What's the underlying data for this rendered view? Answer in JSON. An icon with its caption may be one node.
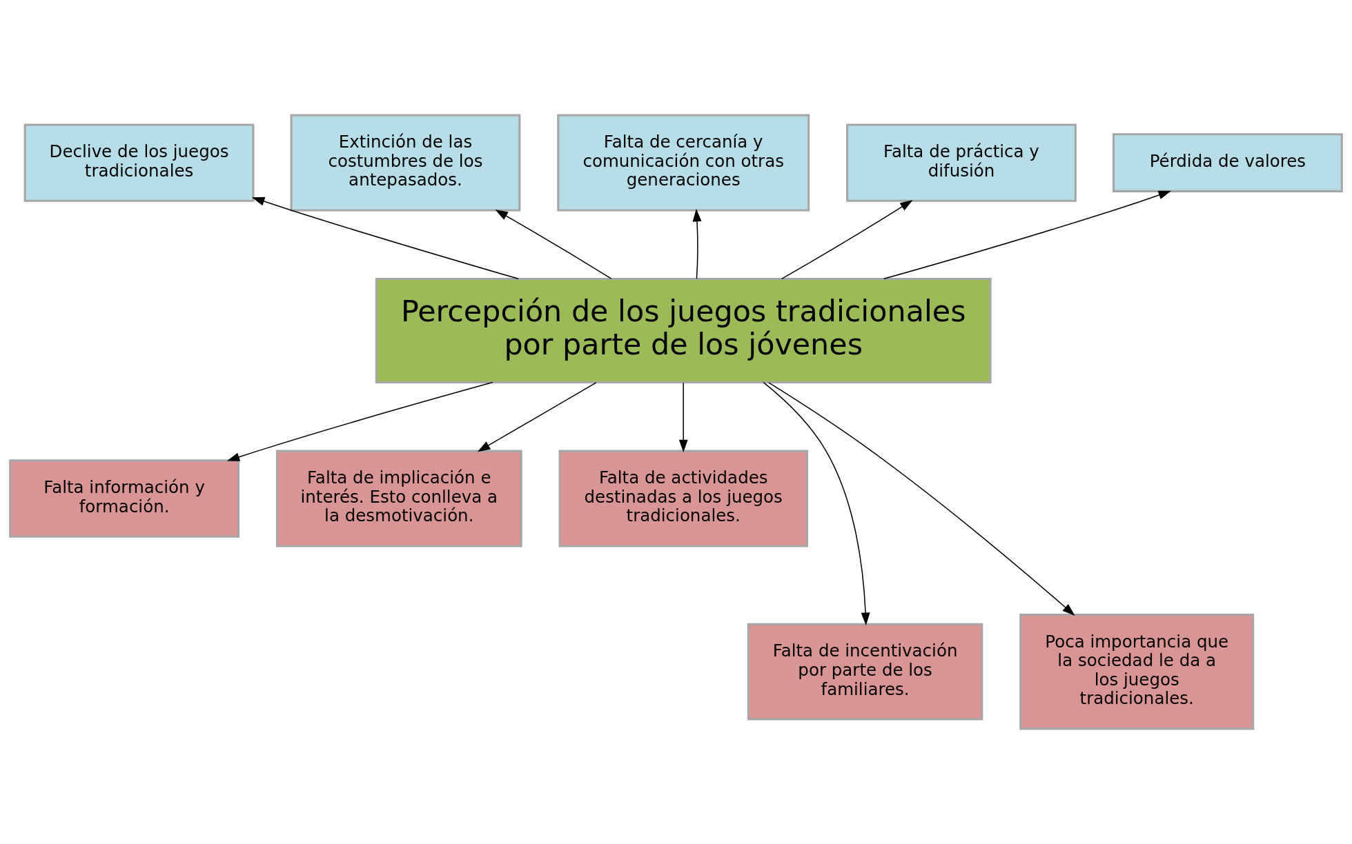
{
  "diagram": {
    "nodes": [
      {
        "text": [
          "Declive de los juegos tradicionales"
        ]
      },
      {
        "text": [
          "Extinción de las costumbres de los antepasados."
        ]
      },
      {
        "text": [
          "Falta de cercanía y comunicación con otras generaciones"
        ]
      },
      {
        "text": [
          "Falta de práctica y difusión"
        ]
      },
      {
        "text": [
          "Pérdida de valores"
        ]
      },
      {
        "text": [
          "Percepción de los juegos tradicionales por parte de los jóvenes"
        ]
      },
      {
        "text": [
          "Falta información y formación."
        ]
      },
      {
        "text": [
          "Falta de implicación e interés. Esto conlleva a la desmotivación."
        ]
      },
      {
        "text": [
          "Falta de actividades destinadas a los juegos tradicionales."
        ]
      },
      {
        "text": [
          "Falta de incentivación por parte de los familiares."
        ]
      },
      {
        "text": [
          "Poca importancia que la sociedad le da a los juegos tradicionales."
        ]
      }
    ],
    "edges": [
      {
        "from": 5,
        "to": 0,
        "arrow": "to"
      },
      {
        "from": 5,
        "to": 1,
        "arrow": "to"
      },
      {
        "from": 5,
        "to": 2,
        "arrow": "to"
      },
      {
        "from": 5,
        "to": 3,
        "arrow": "to"
      },
      {
        "from": 5,
        "to": 4,
        "arrow": "to"
      },
      {
        "from": 5,
        "to": 6,
        "arrow": "to"
      },
      {
        "from": 5,
        "to": 9,
        "arrow": "to"
      },
      {
        "from": 5,
        "to": 7,
        "arrow": "to"
      },
      {
        "from": 5,
        "to": 10,
        "arrow": "to"
      },
      {
        "from": 5,
        "to": 8,
        "arrow": "to"
      }
    ]
  }
}
